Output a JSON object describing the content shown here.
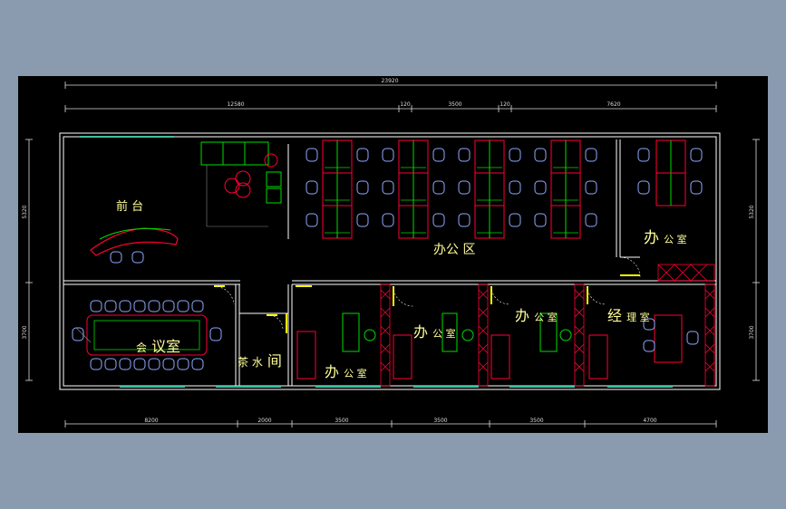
{
  "colors": {
    "page_bg": "#8a9bb0",
    "canvas_bg": "#000000",
    "wall": "#ffffff",
    "furniture_red": "#ff0033",
    "partition_green": "#00dd00",
    "chair_blue": "#8fa8ff",
    "label_yellow": "#ffff99",
    "door_yellow": "#ffff00",
    "window_teal": "#3fbfa0",
    "dimension": "#dddddd"
  },
  "dimensions": {
    "top_total": "23920",
    "top_segments": [
      "12580",
      "120",
      "3500",
      "120",
      "7620"
    ],
    "bottom_segments": [
      "8200",
      "2000",
      "3500",
      "3500",
      "3500",
      "4700"
    ],
    "left_segments": [
      "5320",
      "3700"
    ],
    "right_segments": [
      "5320",
      "3700"
    ]
  },
  "rooms": {
    "reception": "前 台",
    "open_office": "办公 区",
    "office_ne": [
      "办",
      "公 室"
    ],
    "meeting": [
      "会",
      "议室"
    ],
    "tea": [
      "茶 水",
      "间"
    ],
    "office_1": [
      "办",
      "公 室"
    ],
    "office_2": [
      "办",
      "公 室"
    ],
    "office_3": [
      "办",
      "公 室"
    ],
    "manager": [
      "经",
      "理 室"
    ]
  }
}
